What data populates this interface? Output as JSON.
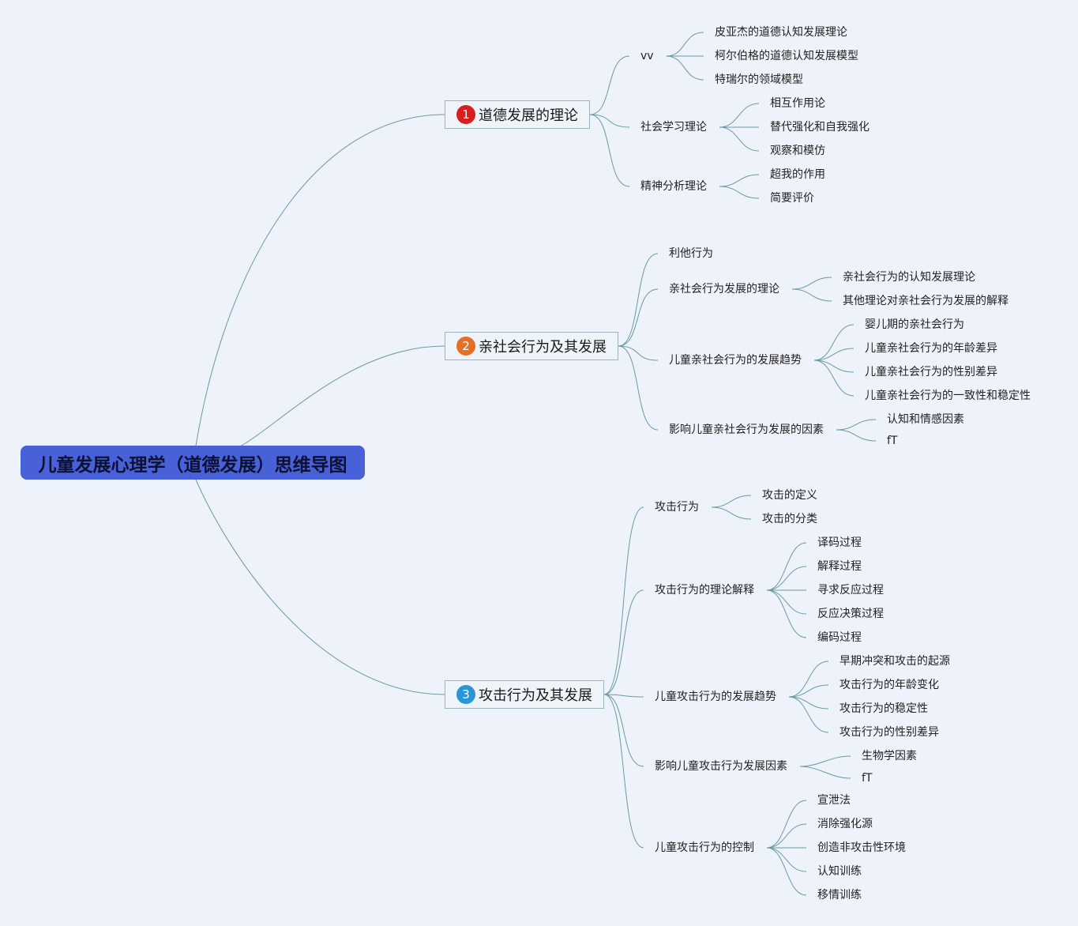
{
  "root": {
    "label": "儿童发展心理学（道德发展）思维导图"
  },
  "branches": [
    {
      "number": "1",
      "label": "道德发展的理论",
      "color": "#d81e1e",
      "children": [
        {
          "label": "vv",
          "children": [
            "皮亚杰的道德认知发展理论",
            "柯尔伯格的道德认知发展模型",
            "特瑞尔的领域模型"
          ]
        },
        {
          "label": "社会学习理论",
          "children": [
            "相互作用论",
            "替代强化和自我强化",
            "观察和模仿"
          ]
        },
        {
          "label": "精神分析理论",
          "children": [
            "超我的作用",
            "简要评价"
          ]
        }
      ]
    },
    {
      "number": "2",
      "label": "亲社会行为及其发展",
      "color": "#e56f24",
      "children": [
        {
          "label": "利他行为",
          "children": []
        },
        {
          "label": "亲社会行为发展的理论",
          "children": [
            "亲社会行为的认知发展理论",
            "其他理论对亲社会行为发展的解释"
          ]
        },
        {
          "label": "儿童亲社会行为的发展趋势",
          "children": [
            "婴儿期的亲社会行为",
            "儿童亲社会行为的年龄差异",
            "儿童亲社会行为的性别差异",
            "儿童亲社会行为的一致性和稳定性"
          ]
        },
        {
          "label": "影响儿童亲社会行为发展的因素",
          "children": [
            "认知和情感因素",
            "fT"
          ]
        }
      ]
    },
    {
      "number": "3",
      "label": "攻击行为及其发展",
      "color": "#2a96d6",
      "children": [
        {
          "label": "攻击行为",
          "children": [
            "攻击的定义",
            "攻击的分类"
          ]
        },
        {
          "label": "攻击行为的理论解释",
          "children": [
            "译码过程",
            "解释过程",
            "寻求反应过程",
            "反应决策过程",
            "编码过程"
          ]
        },
        {
          "label": "儿童攻击行为的发展趋势",
          "children": [
            "早期冲突和攻击的起源",
            "攻击行为的年龄变化",
            "攻击行为的稳定性",
            "攻击行为的性别差异"
          ]
        },
        {
          "label": "影响儿童攻击行为发展因素",
          "children": [
            "生物学因素",
            "fT"
          ]
        },
        {
          "label": "儿童攻击行为的控制",
          "children": [
            "宣泄法",
            "消除强化源",
            "创造非攻击性环境",
            "认知训练",
            "移情训练"
          ]
        }
      ]
    }
  ]
}
